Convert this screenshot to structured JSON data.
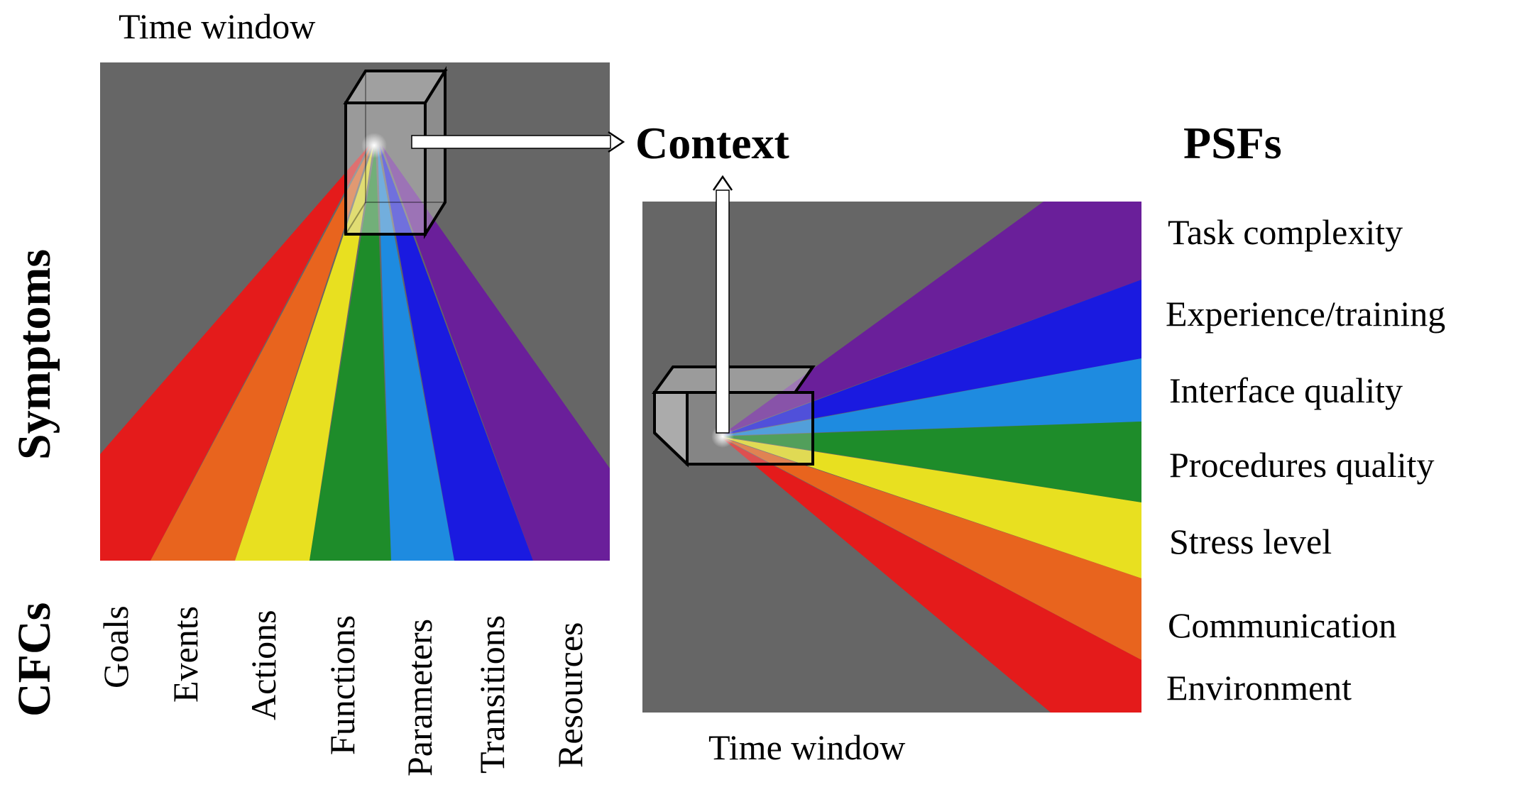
{
  "left_panel": {
    "title": "Time window",
    "vertical_label_top": "Symptoms",
    "vertical_label_bottom": "CFCs",
    "categories": [
      "Goals",
      "Events",
      "Actions",
      "Functions",
      "Parameters",
      "Transitions",
      "Resources"
    ]
  },
  "right_panel": {
    "title": "Time window",
    "heading": "PSFs",
    "factors": [
      "Task complexity",
      "Experience/training",
      "Interface quality",
      "Procedures quality",
      "Stress level",
      "Communication",
      "Environment"
    ]
  },
  "center_label": "Context",
  "colors": {
    "background_panel": "#666666",
    "red": "#e41b1b",
    "orange": "#e8641e",
    "yellow": "#e8e020",
    "green": "#1e8c2a",
    "light_blue": "#1e8be0",
    "blue": "#1a1ae0",
    "purple": "#6a1f9a"
  }
}
